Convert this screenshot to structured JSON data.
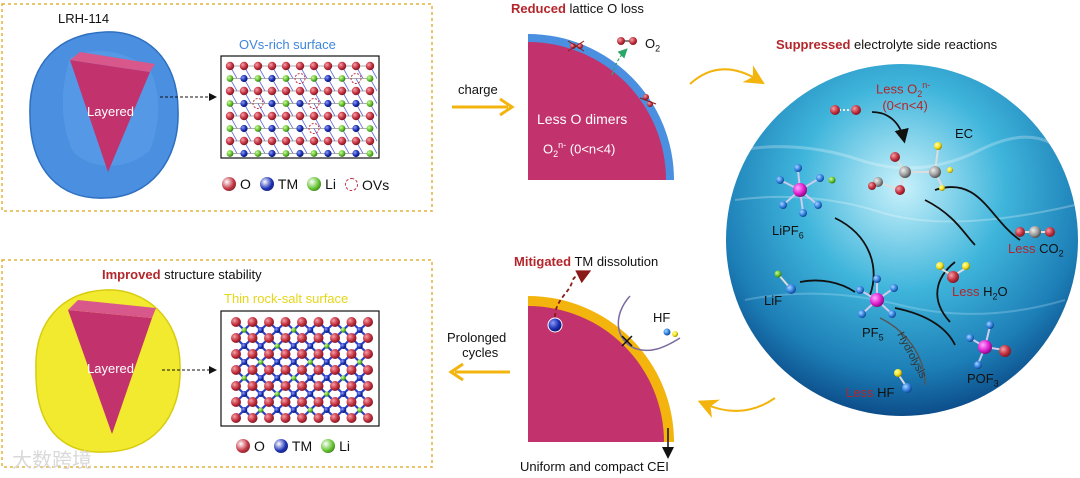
{
  "panel_top_left": {
    "title": "LRH-114",
    "core_label": "Layered",
    "surface_label": "OVs-rich surface",
    "legend": [
      "O",
      "TM",
      "Li",
      "OVs"
    ]
  },
  "panel_bottom_left": {
    "title_bold": "Improved",
    "title_rest": " structure stability",
    "core_label": "Layered",
    "surface_label": "Thin rock-salt surface",
    "legend": [
      "O",
      "TM",
      "Li"
    ]
  },
  "center_top": {
    "title_bold": "Reduced",
    "title_rest": " lattice O loss",
    "o2_label": "O",
    "o2_sub": "2",
    "inner_line1": "Less O dimers",
    "inner_line2_pre": "O",
    "inner_line2_sub": "2",
    "inner_line2_sup": "n-",
    "inner_line2_post": " (0<n<4)",
    "arrow_label": "charge"
  },
  "center_bottom": {
    "title_bold": "Mitigated",
    "title_rest": " TM dissolution",
    "hf_label": "HF",
    "bottom_label": "Uniform and compact CEI",
    "arrow_label_1": "Prolonged",
    "arrow_label_2": "cycles"
  },
  "right_circle": {
    "title_bold": "Suppressed",
    "title_rest": " electrolyte side reactions",
    "less_o2_1": "Less O",
    "less_o2_sub": "2",
    "less_o2_sup": "n-",
    "less_o2_2": "(0<n<4)",
    "ec": "EC",
    "lipf6": "LiPF",
    "lipf6_sub": "6",
    "less_co2": "Less",
    "co2": " CO",
    "co2_sub": "2",
    "lif": "LiF",
    "less_h2o": "Less",
    "h2o": " H",
    "h2o_sub": "2",
    "h2o_post": "O",
    "pf5": "PF",
    "pf5_sub": "5",
    "hydrolysis": "Hydrolysis",
    "pof3": "POF",
    "pof3_sub": "3",
    "less_hf": "Less",
    "hf": " HF"
  },
  "watermark": "大数跨境",
  "colors": {
    "oxygen": "#c3303f",
    "tm": "#1a2fb5",
    "li": "#5fc22a",
    "core": "#c2336d",
    "ovs_shell": "#4a8fe0",
    "rocksalt_shell": "#f2ea2e",
    "cei": "#f3b40e",
    "accent_red": "#b3262b",
    "frame": "#e2b43a"
  }
}
